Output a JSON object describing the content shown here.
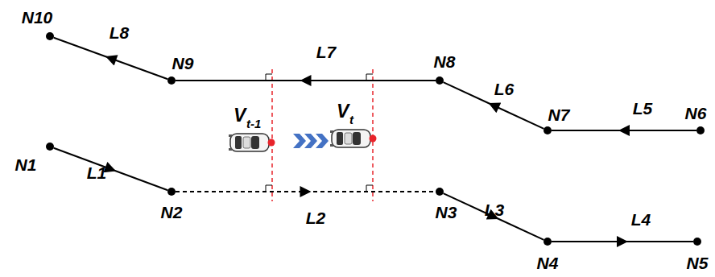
{
  "diagram": {
    "nodes": [
      {
        "text": [
          "N1"
        ]
      },
      {
        "text": [
          "N2"
        ]
      },
      {
        "text": [
          "N3"
        ]
      },
      {
        "text": [
          "N4"
        ]
      },
      {
        "text": [
          "N5"
        ]
      },
      {
        "text": [
          "N6"
        ]
      },
      {
        "text": [
          "N7"
        ]
      },
      {
        "text": [
          "N8"
        ]
      },
      {
        "text": [
          "N9"
        ]
      },
      {
        "text": [
          "N10"
        ]
      }
    ],
    "edges": [
      {
        "from": 0,
        "to": 1,
        "arrow": "to",
        "label": "L1"
      },
      {
        "from": 1,
        "to": 2,
        "arrow": "to",
        "label": "L2"
      },
      {
        "from": 2,
        "to": 3,
        "arrow": "to",
        "label": "L3"
      },
      {
        "from": 3,
        "to": 4,
        "arrow": "to",
        "label": "L4"
      },
      {
        "from": 5,
        "to": 6,
        "arrow": "to",
        "label": "L5"
      },
      {
        "from": 6,
        "to": 7,
        "arrow": "to",
        "label": "L6"
      },
      {
        "from": 7,
        "to": 8,
        "arrow": "to",
        "label": "L7"
      },
      {
        "from": 8,
        "to": 9,
        "arrow": "to",
        "label": "L8"
      }
    ],
    "labels": [
      "V",
      "t-1",
      "V",
      "t"
    ]
  }
}
